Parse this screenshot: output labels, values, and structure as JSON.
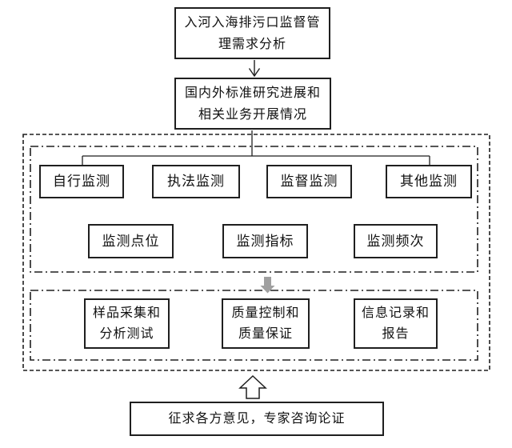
{
  "boxes": {
    "demand": {
      "line1": "入河入海排污口监督管",
      "line2": "理需求分析"
    },
    "standards": {
      "line1": "国内外标准研究进展和",
      "line2": "相关业务开展情况"
    },
    "monitoring_types": [
      {
        "label": "自行监测"
      },
      {
        "label": "执法监测"
      },
      {
        "label": "监督监测"
      },
      {
        "label": "其他监测"
      }
    ],
    "monitoring_elements": [
      {
        "label": "监测点位"
      },
      {
        "label": "监测指标"
      },
      {
        "label": "监测频次"
      }
    ],
    "quality_steps": [
      {
        "line1": "样品采集和",
        "line2": "分析测试"
      },
      {
        "line1": "质量控制和",
        "line2": "质量保证"
      },
      {
        "line1": "信息记录和",
        "line2": "报告"
      }
    ],
    "consultation": {
      "label": "征求各方意见，专家咨询论证"
    }
  },
  "colors": {
    "line": "#1f1f1f",
    "gray_arrow": "#a0a0a0",
    "background": "#ffffff"
  }
}
